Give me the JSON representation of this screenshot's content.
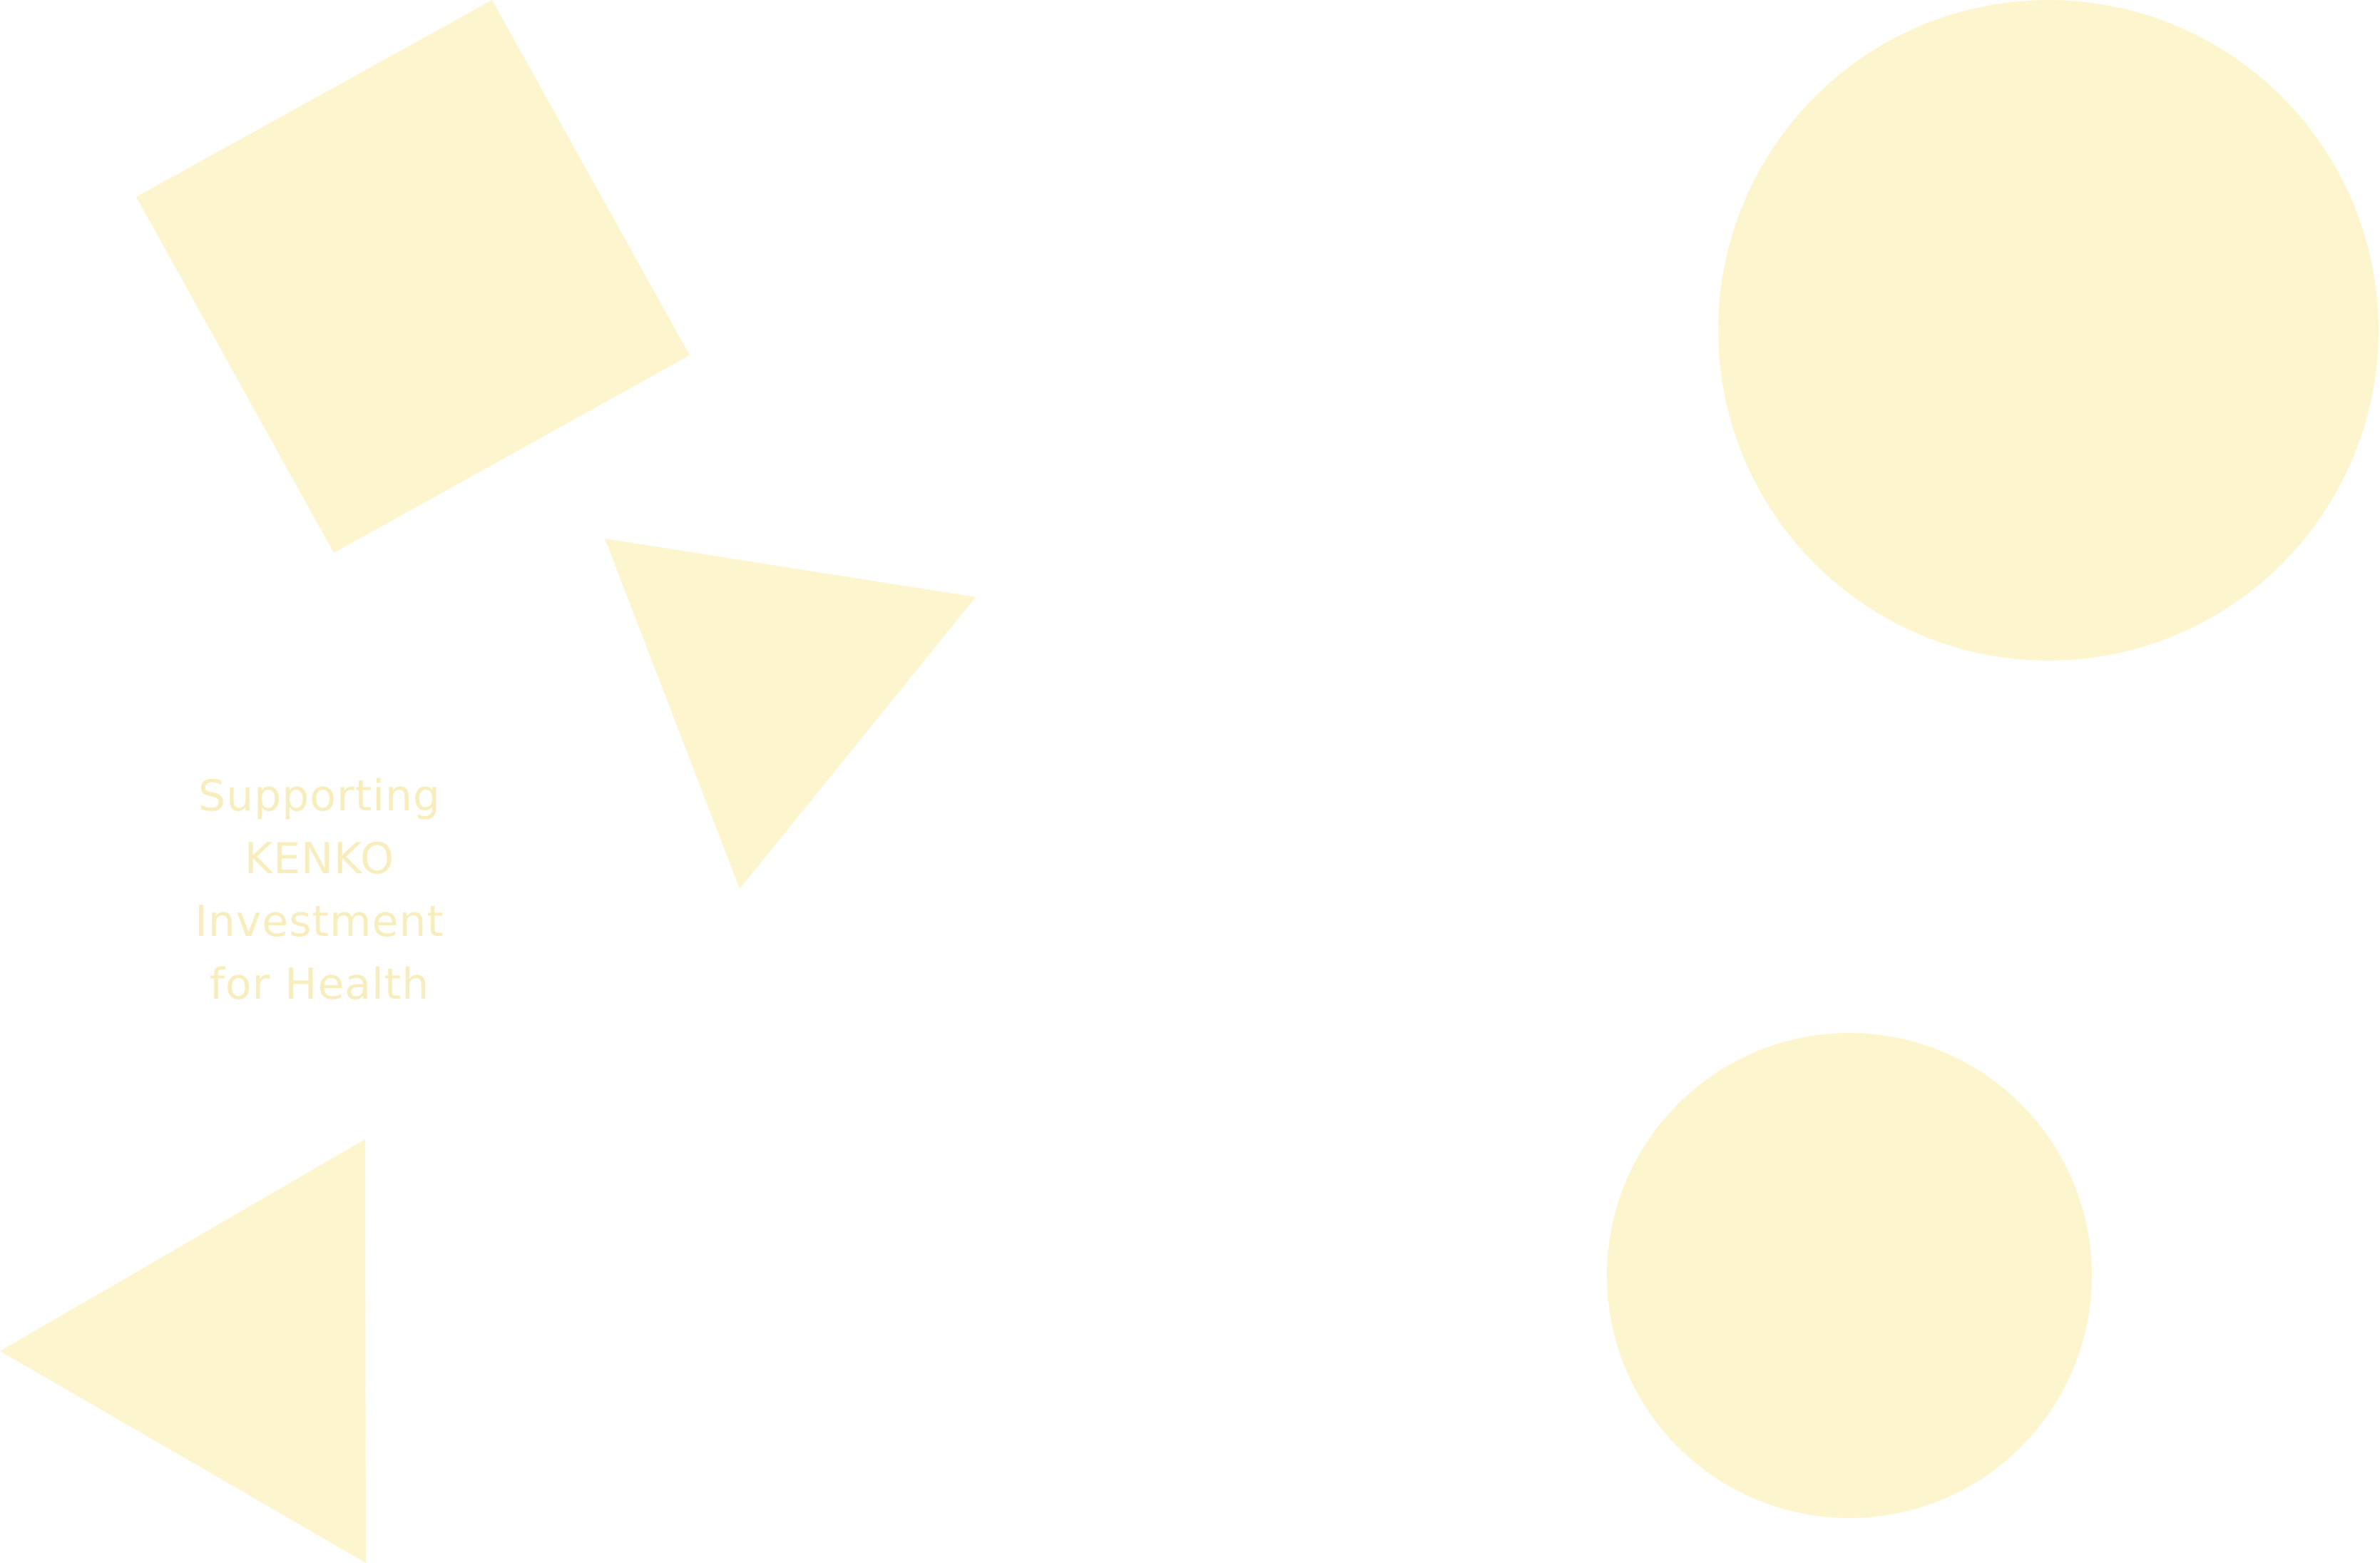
{
  "colors": {
    "shape_fill": "#fdf5cd",
    "text": "#f8edbd",
    "background": "#ffffff"
  },
  "tagline": {
    "lines": [
      "Supporting",
      "KENKO",
      "Investment",
      "for Health"
    ]
  }
}
